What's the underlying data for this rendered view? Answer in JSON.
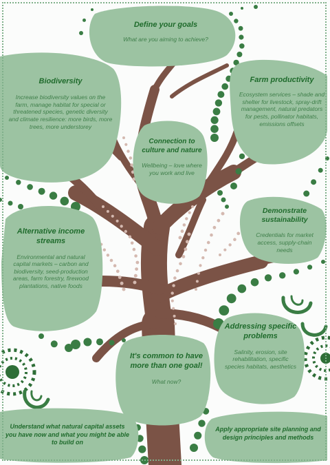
{
  "colors": {
    "blob_green": "#9cc3a2",
    "dark_green": "#2e6e37",
    "dot_green": "#3a7d44",
    "trunk_brown": "#7b5346",
    "inner_dots": "#d4b9b0",
    "title_green": "#1f6b2c",
    "body_green": "#3f7f4a"
  },
  "goals": {
    "title": "Define your goals",
    "subtitle": "What are you aiming to achieve?"
  },
  "biodiversity": {
    "title": "Biodiversity",
    "body": "Increase biodiversity values on the farm, manage habitat for special or threatened species, genetic diversity and climate resilience: more birds, more trees, more understorey"
  },
  "farm_productivity": {
    "title": "Farm productivity",
    "body": "Ecosystem services – shade and shelter for livestock, spray-drift management, natural predators for pests, pollinator habitats, emissions offsets"
  },
  "connection": {
    "title": "Connection to culture and nature",
    "body": "Wellbeing – love where you work and live"
  },
  "sustainability": {
    "title": "Demonstrate sustainability",
    "body": "Credentials for market access, supply-chain needs"
  },
  "income": {
    "title": "Alternative income streams",
    "body": "Environmental and natural capital markets – carbon and biodiversity, seed-production areas, farm forestry, firewood plantations, native foods"
  },
  "problems": {
    "title": "Addressing specific problems",
    "body": "Salinity, erosion, site rehabilitation, specific species habitats, aesthetics"
  },
  "common": {
    "title": "It's common to have more than one goal!",
    "body": "What now?"
  },
  "understand": {
    "text": "Understand what natural capital assets you have now and what you might be able to build on"
  },
  "apply": {
    "text": "Apply appropriate site planning and design principles and methods"
  }
}
